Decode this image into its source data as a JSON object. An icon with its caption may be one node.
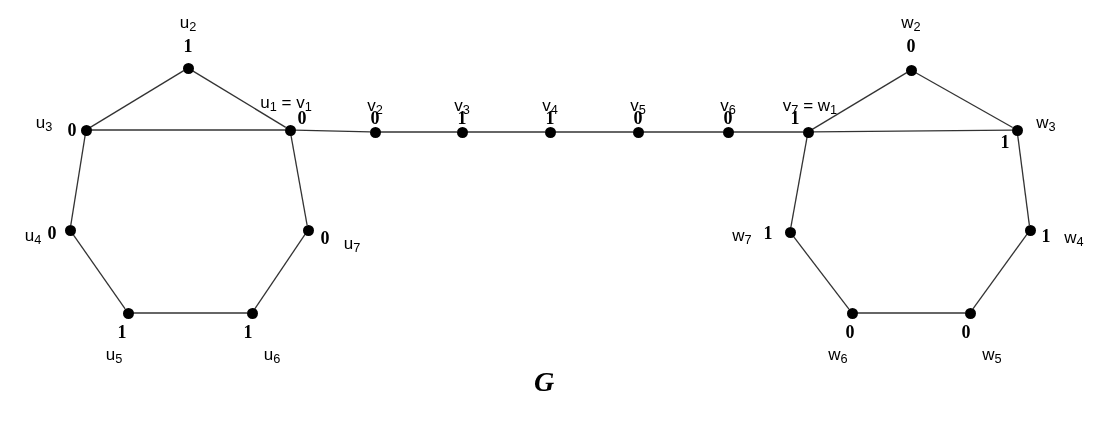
{
  "diagram": {
    "caption": "G",
    "nodes": [
      {
        "text": [],
        "shape": "circle",
        "beside": [
          "u$_{1}$ = v$_{1}$",
          "0"
        ]
      },
      {
        "text": [],
        "shape": "circle",
        "beside": [
          "u$_{2}$",
          "1"
        ]
      },
      {
        "text": [],
        "shape": "circle",
        "beside": [
          "u$_{3}$",
          "0"
        ]
      },
      {
        "text": [],
        "shape": "circle",
        "beside": [
          "u$_{4}$",
          "0"
        ]
      },
      {
        "text": [],
        "shape": "circle",
        "beside": [
          "u$_{5}$",
          "1"
        ]
      },
      {
        "text": [],
        "shape": "circle",
        "beside": [
          "u$_{6}$",
          "1"
        ]
      },
      {
        "text": [],
        "shape": "circle",
        "beside": [
          "u$_{7}$",
          "0"
        ]
      },
      {
        "text": [],
        "shape": "circle",
        "beside": [
          "v$_{2}$",
          "0"
        ]
      },
      {
        "text": [],
        "shape": "circle",
        "beside": [
          "v$_{3}$",
          "1"
        ]
      },
      {
        "text": [],
        "shape": "circle",
        "beside": [
          "v$_{4}$",
          "1"
        ]
      },
      {
        "text": [],
        "shape": "circle",
        "beside": [
          "v$_{5}$",
          "0"
        ]
      },
      {
        "text": [],
        "shape": "circle",
        "beside": [
          "v$_{6}$",
          "0"
        ]
      },
      {
        "text": [],
        "shape": "circle",
        "beside": [
          "v$_{7}$ = w$_{1}$",
          "1"
        ]
      },
      {
        "text": [],
        "shape": "circle",
        "beside": [
          "w$_{2}$",
          "0"
        ]
      },
      {
        "text": [],
        "shape": "circle",
        "beside": [
          "w$_{3}$",
          "1"
        ]
      },
      {
        "text": [],
        "shape": "circle",
        "beside": [
          "w$_{4}$",
          "1"
        ]
      },
      {
        "text": [],
        "shape": "circle",
        "beside": [
          "w$_{5}$",
          "0"
        ]
      },
      {
        "text": [],
        "shape": "circle",
        "beside": [
          "w$_{6}$",
          "0"
        ]
      },
      {
        "text": [],
        "shape": "circle",
        "beside": [
          "w$_{7}$",
          "1"
        ]
      }
    ],
    "edges": [
      {
        "from": 1,
        "to": 2,
        "arrow": "none"
      },
      {
        "from": 1,
        "to": 0,
        "arrow": "none"
      },
      {
        "from": 2,
        "to": 0,
        "arrow": "none"
      },
      {
        "from": 2,
        "to": 3,
        "arrow": "none"
      },
      {
        "from": 3,
        "to": 4,
        "arrow": "none"
      },
      {
        "from": 4,
        "to": 5,
        "arrow": "none"
      },
      {
        "from": 5,
        "to": 6,
        "arrow": "none"
      },
      {
        "from": 6,
        "to": 0,
        "arrow": "none"
      },
      {
        "from": 0,
        "to": 7,
        "arrow": "none"
      },
      {
        "from": 7,
        "to": 8,
        "arrow": "none"
      },
      {
        "from": 8,
        "to": 9,
        "arrow": "none"
      },
      {
        "from": 9,
        "to": 10,
        "arrow": "none"
      },
      {
        "from": 10,
        "to": 11,
        "arrow": "none"
      },
      {
        "from": 11,
        "to": 12,
        "arrow": "none"
      },
      {
        "from": 12,
        "to": 13,
        "arrow": "none"
      },
      {
        "from": 13,
        "to": 14,
        "arrow": "none"
      },
      {
        "from": 12,
        "to": 14,
        "arrow": "none"
      },
      {
        "from": 14,
        "to": 15,
        "arrow": "none"
      },
      {
        "from": 15,
        "to": 16,
        "arrow": "none"
      },
      {
        "from": 16,
        "to": 17,
        "arrow": "none"
      },
      {
        "from": 17,
        "to": 18,
        "arrow": "none"
      },
      {
        "from": 18,
        "to": 12,
        "arrow": "none"
      }
    ]
  }
}
